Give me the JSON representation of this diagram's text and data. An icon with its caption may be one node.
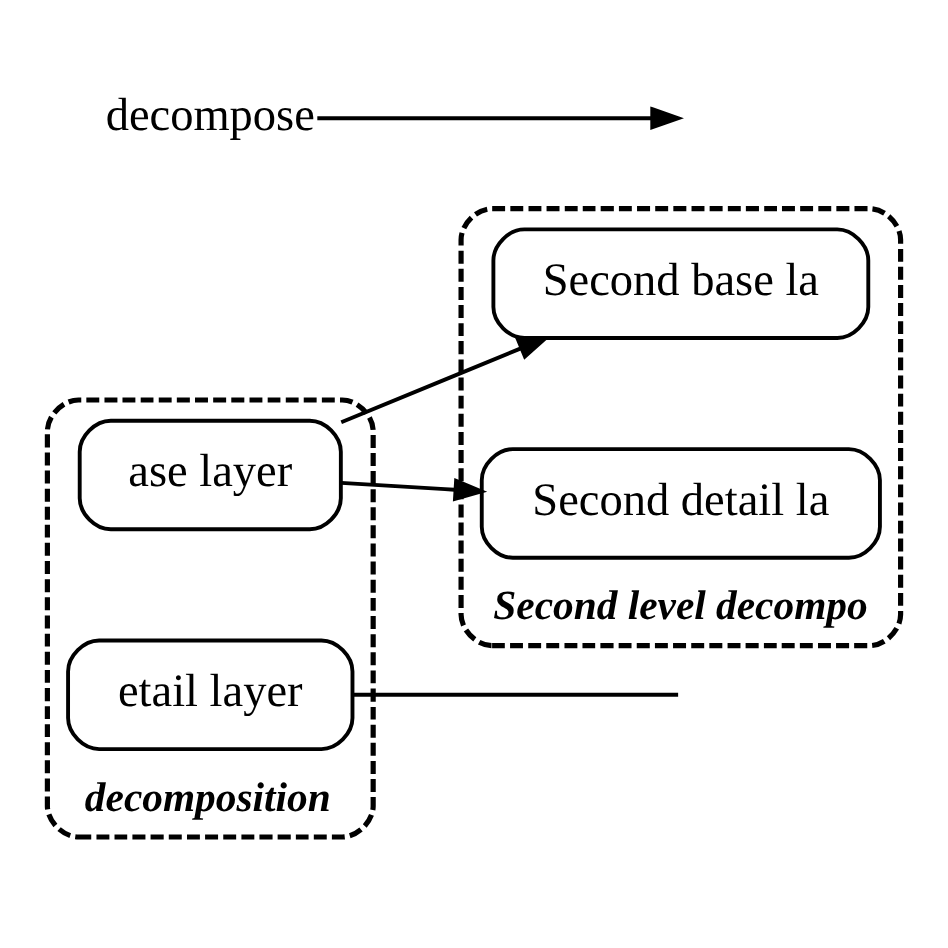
{
  "diagram": {
    "nodes": [
      {
        "text": [
          "decomposition"
        ]
      },
      {
        "text": [
          "ase layer"
        ],
        "in": 0
      },
      {
        "text": [
          "etail layer"
        ],
        "in": 0
      },
      {
        "text": [
          "Second level decompo"
        ]
      },
      {
        "text": [
          "Second base la"
        ],
        "in": 3
      },
      {
        "text": [
          "Second detail la"
        ],
        "in": 3
      },
      {
        "text": [
          "decompose"
        ]
      }
    ],
    "edges": [
      {
        "from": 1,
        "to": 4,
        "arrow": "to"
      },
      {
        "from": 1,
        "to": 5,
        "arrow": "to"
      },
      {
        "from": 6,
        "to": null,
        "arrow": "to"
      },
      {
        "from": 2,
        "to": null,
        "arrow": "none"
      }
    ]
  }
}
